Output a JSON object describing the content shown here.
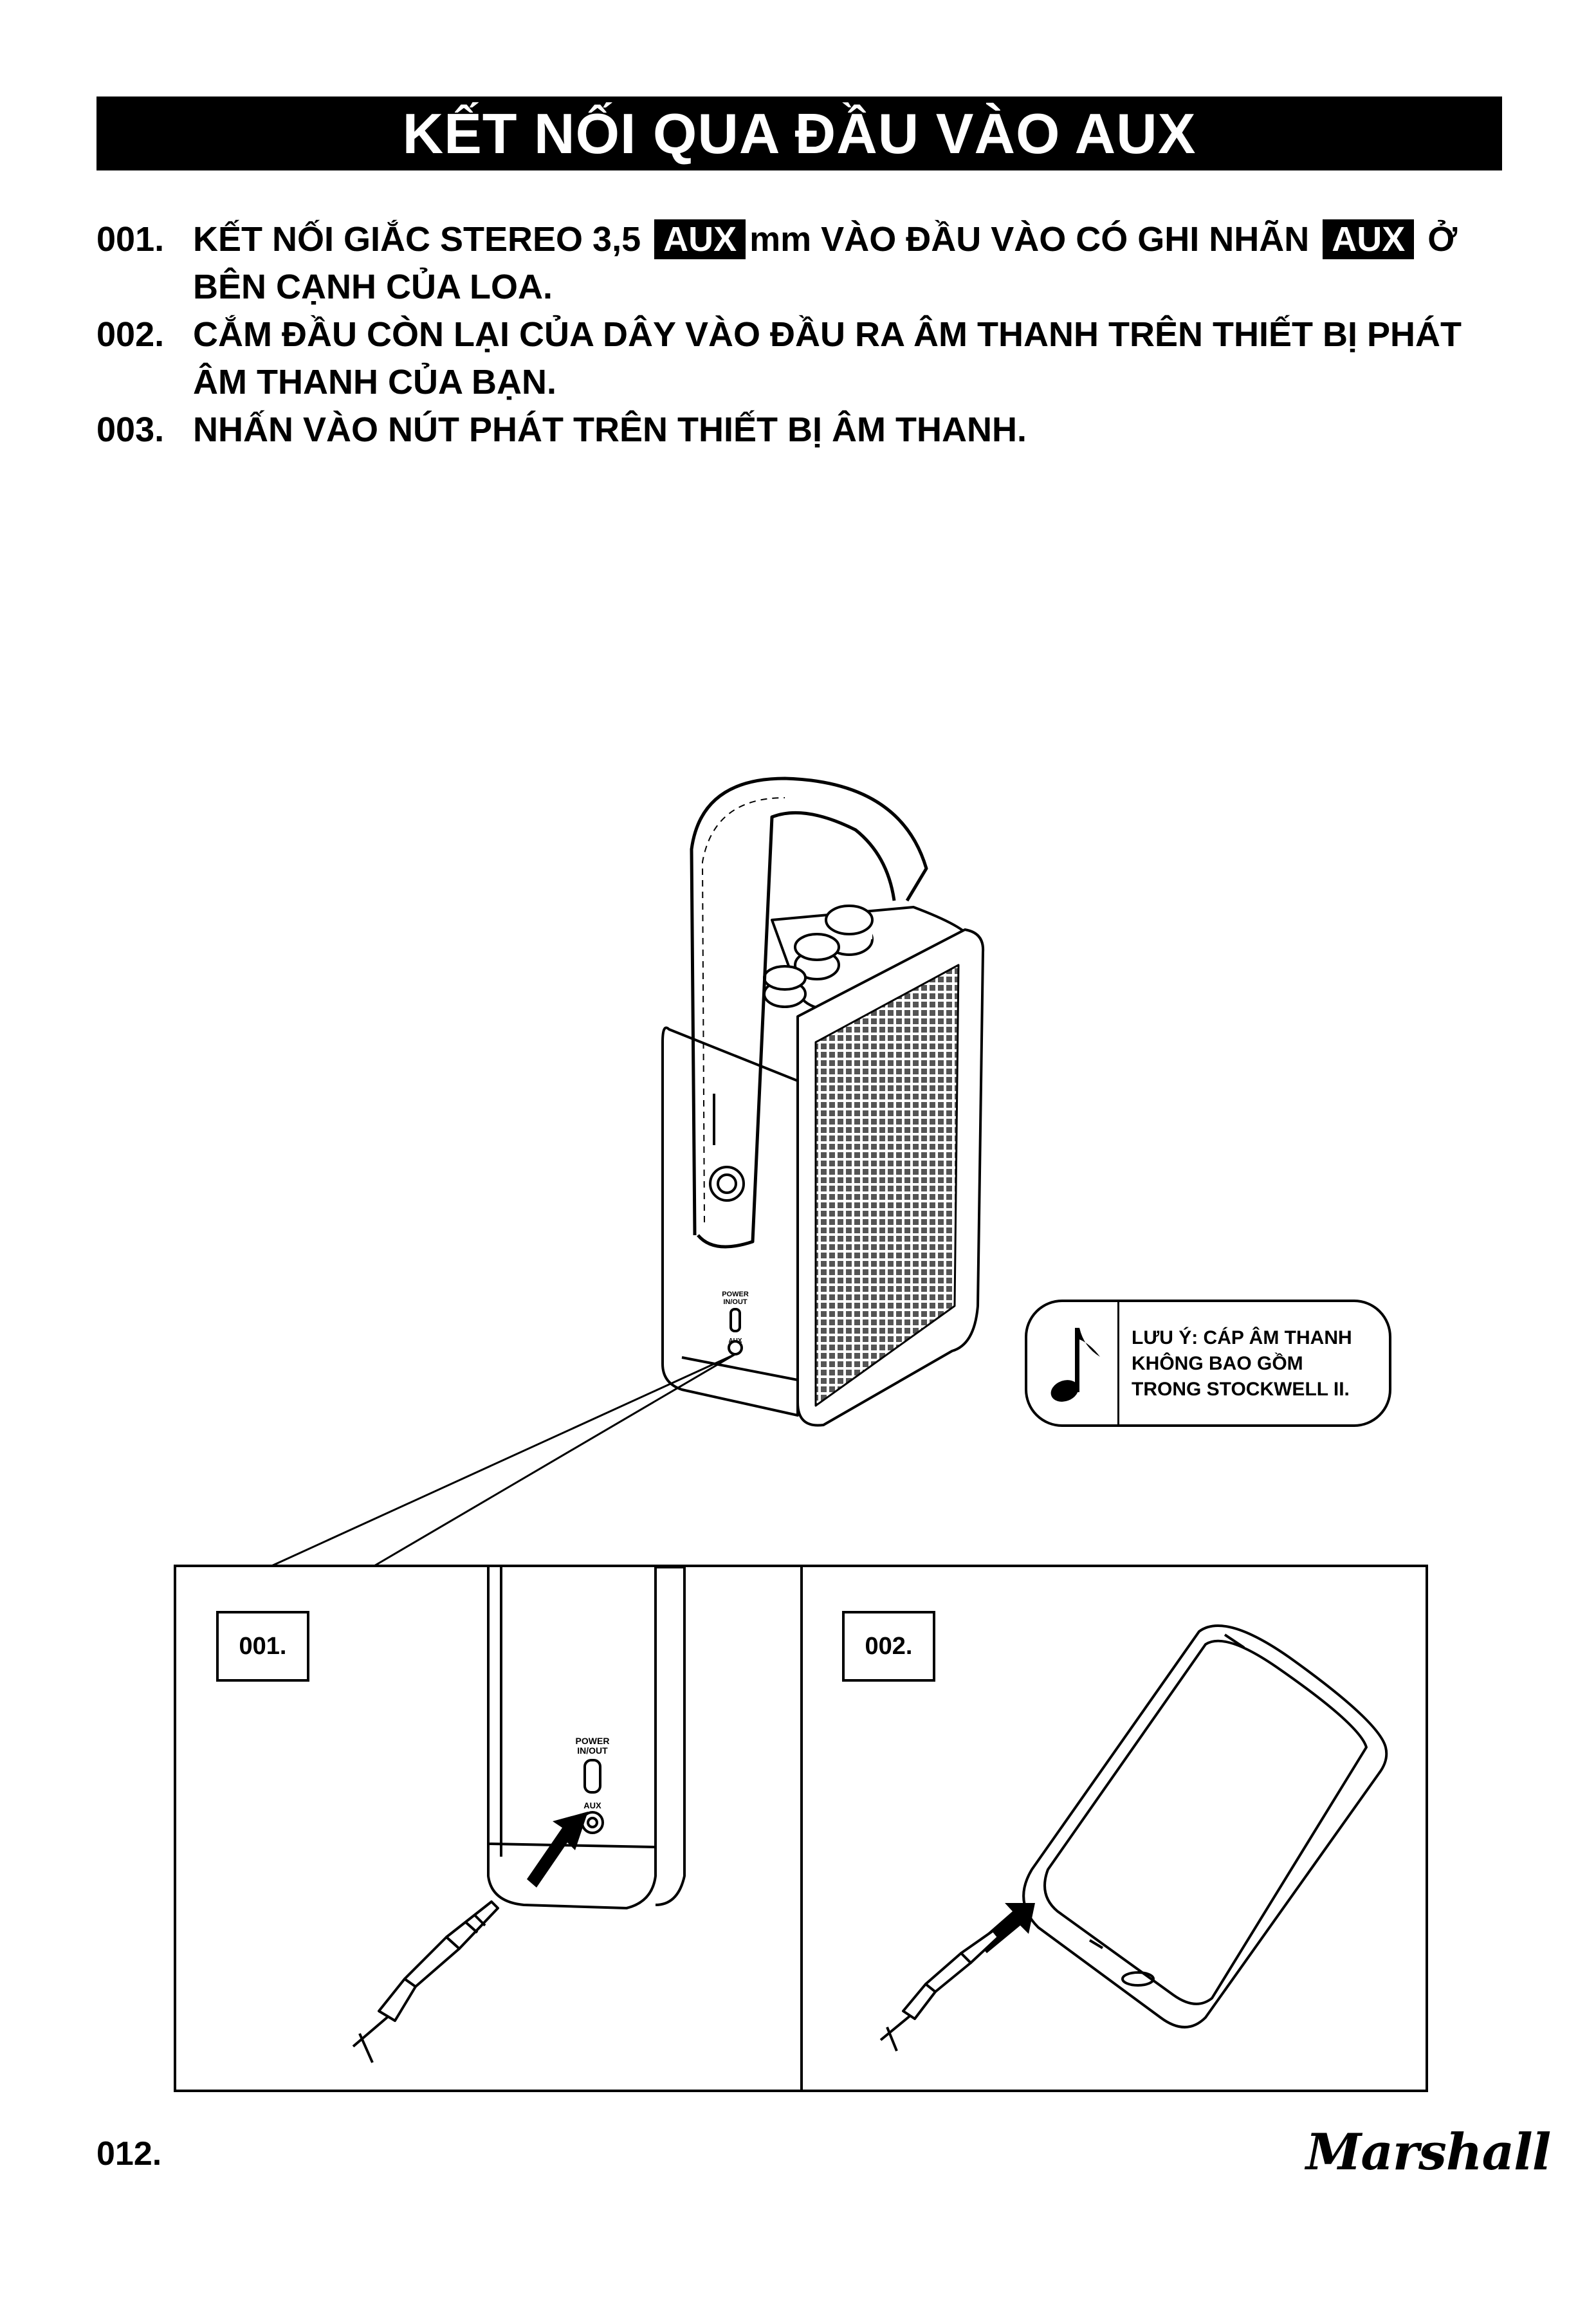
{
  "page": {
    "title": "KẾT NỐI QUA ĐẦU VÀO AUX",
    "steps": [
      {
        "number": "001.",
        "text_a": "KẾT NỐI GIẮC STEREO 3,5 ",
        "tag_a": "AUX",
        "text_b": "mm VÀO ĐẦU VÀO CÓ GHI NHÃN ",
        "tag_b": "AUX",
        "text_c": " Ở BÊN CẠNH CỦA LOA."
      },
      {
        "number": "002.",
        "text": "CẮM ĐẦU CÒN LẠI CỦA DÂY VÀO ĐẦU RA ÂM THANH TRÊN THIẾT BỊ PHÁT ÂM THANH CỦA BẠN."
      },
      {
        "number": "003.",
        "text": "NHẤN VÀO NÚT PHÁT TRÊN THIẾT BỊ ÂM THANH."
      }
    ],
    "note": {
      "icon": "music-note-icon",
      "line1": "LƯU Ý: CÁP ÂM THANH",
      "line2": "KHÔNG BAO GỒM",
      "line3": "TRONG STOCKWELL II."
    },
    "speaker_labels": {
      "power_line1": "POWER",
      "power_line2": "IN/OUT",
      "aux": "AUX"
    },
    "panels": [
      {
        "label": "001."
      },
      {
        "label": "002."
      }
    ],
    "page_number": "012.",
    "brand": "Marshall"
  }
}
